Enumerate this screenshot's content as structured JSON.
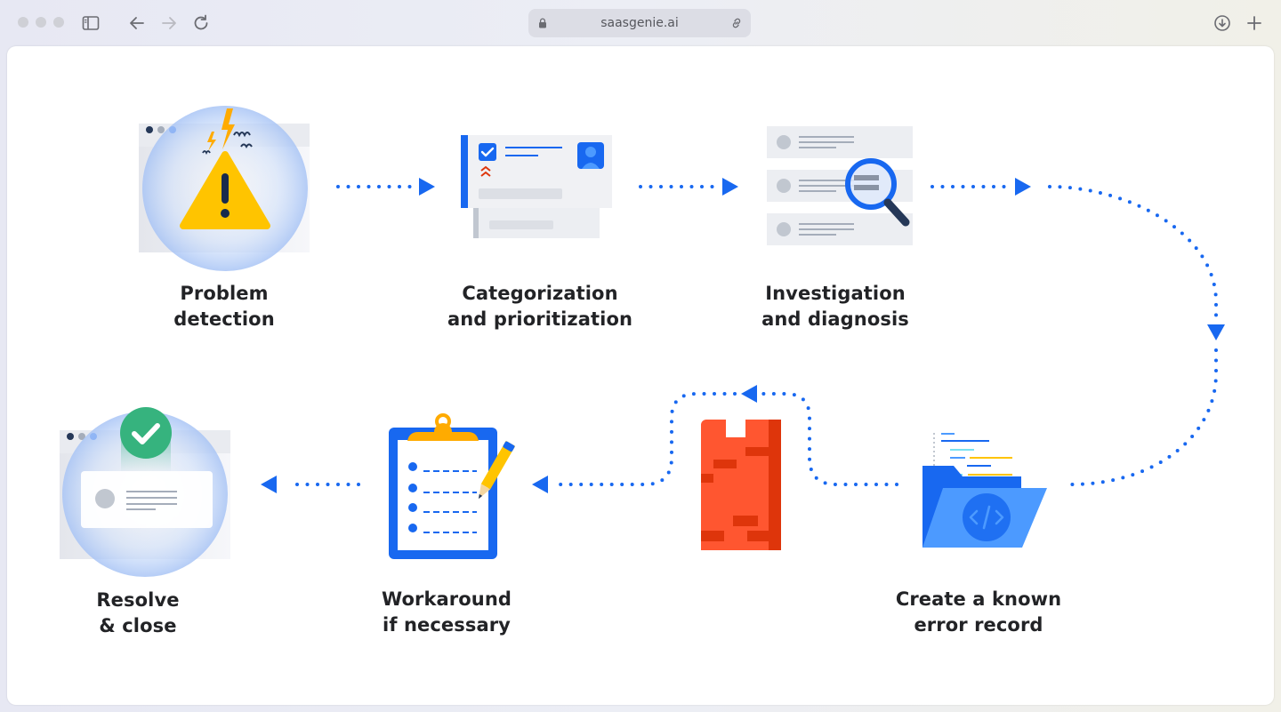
{
  "browser": {
    "url": "saasgenie.ai",
    "icons": [
      "sidebar-icon",
      "back-arrow-icon",
      "forward-arrow-icon",
      "reload-icon",
      "lock-icon",
      "link-icon",
      "download-icon",
      "plus-icon"
    ]
  },
  "steps": [
    {
      "line1": "Problem",
      "line2": "detection"
    },
    {
      "line1": "Categorization",
      "line2": "and prioritization"
    },
    {
      "line1": "Investigation",
      "line2": "and diagnosis"
    },
    {
      "line1": "Create a known",
      "line2": "error record"
    },
    {
      "line1": "Workaround",
      "line2": "if necessary"
    },
    {
      "line1": "Resolve",
      "line2": "& close"
    }
  ],
  "colors": {
    "accent_blue": "#1868f0",
    "warning_yellow": "#ffc400",
    "wall_red": "#ff5630",
    "success_green": "#36b37e"
  }
}
